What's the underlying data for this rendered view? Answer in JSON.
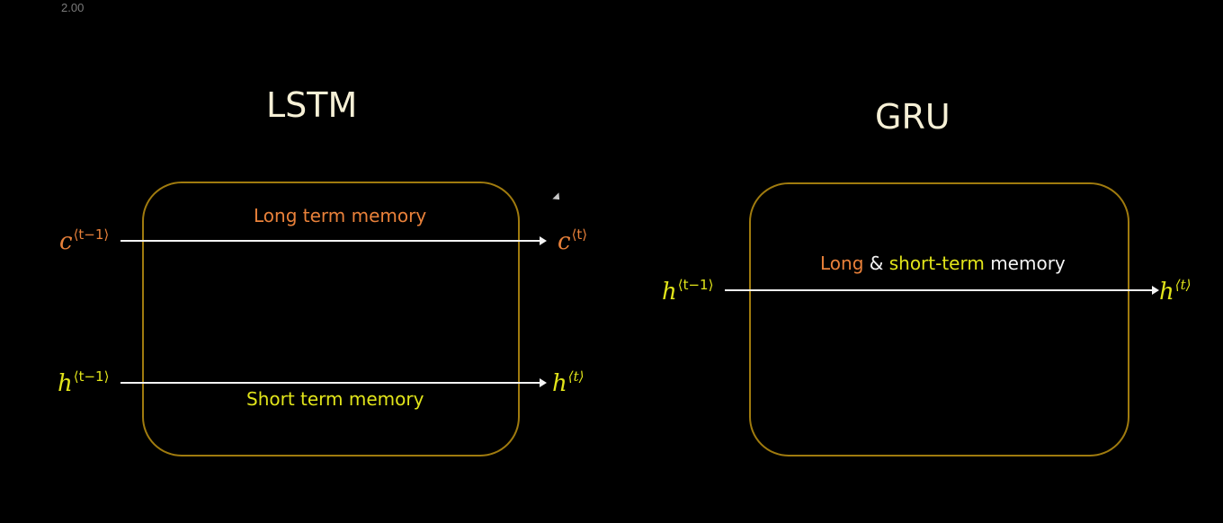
{
  "playback_speed": "2.00",
  "lstm": {
    "title": "LSTM",
    "cell_in": {
      "symbol": "c",
      "superscript": "⟨t−1⟩"
    },
    "cell_out": {
      "symbol": "c",
      "superscript": "⟨t⟩"
    },
    "hidden_in": {
      "symbol": "h",
      "superscript": "⟨t−1⟩"
    },
    "hidden_out": {
      "symbol": "h",
      "superscript": "⟨t⟩"
    },
    "long_term_label": "Long term memory",
    "short_term_label": "Short term memory"
  },
  "gru": {
    "title": "GRU",
    "hidden_in": {
      "symbol": "h",
      "superscript": "⟨t−1⟩"
    },
    "hidden_out": {
      "symbol": "h",
      "superscript": "⟨t⟩"
    },
    "memory_label": {
      "part1": "Long",
      "part2": " & ",
      "part3": "short-term",
      "part4": " memory"
    }
  },
  "colors": {
    "background": "#000000",
    "box_border": "#a07b0e",
    "long_term": "#e9813a",
    "short_term": "#e2e51a",
    "arrow": "#f4f4f4",
    "title": "#f6f0d6"
  }
}
